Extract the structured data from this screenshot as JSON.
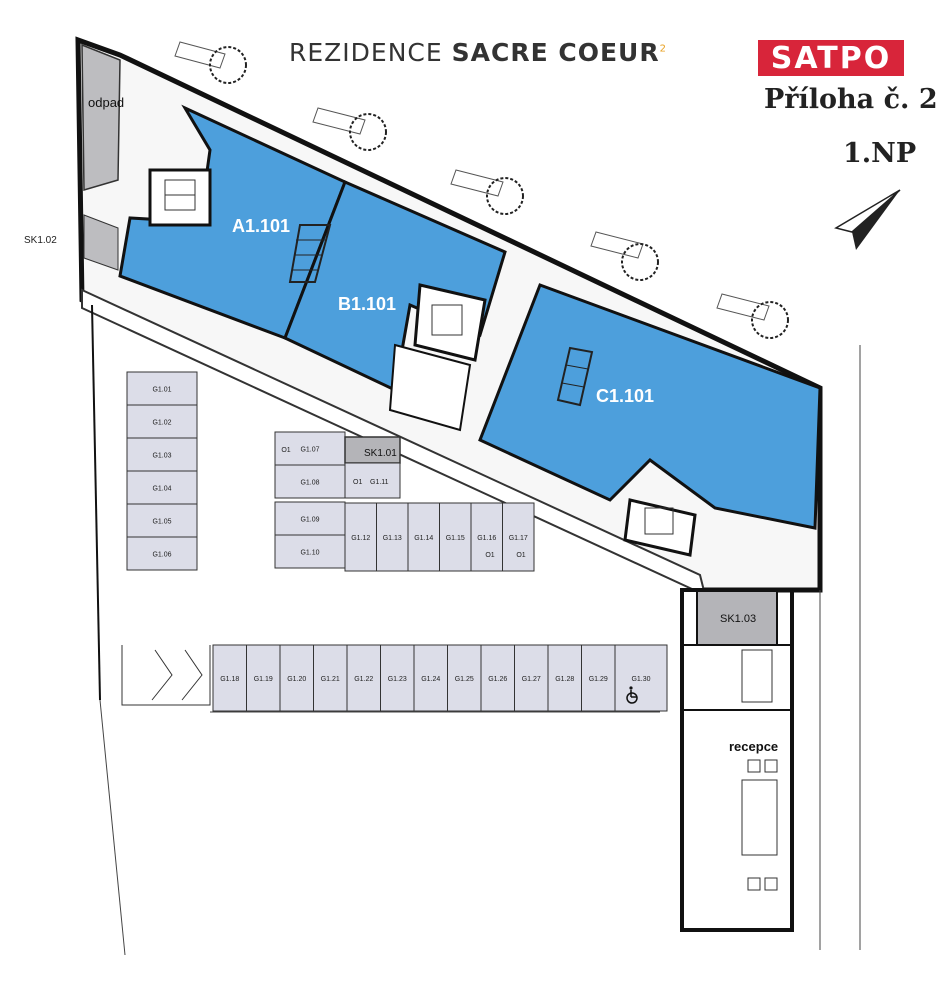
{
  "header": {
    "title_prefix": "REZIDENCE",
    "title_bold": "SACRE COEUR",
    "title_sup": "2",
    "logo": "SATPO",
    "attachment": "Příloha č. 2",
    "floor": "1.NP"
  },
  "units": [
    {
      "id": "A1.101"
    },
    {
      "id": "B1.101"
    },
    {
      "id": "C1.101"
    }
  ],
  "rooms": {
    "waste": "odpad",
    "storage_1": "SK1.01",
    "storage_2": "SK1.02",
    "storage_3": "SK1.03",
    "reception": "recepce"
  },
  "garage": {
    "left_column": [
      "G1.01",
      "G1.02",
      "G1.03",
      "G1.04",
      "G1.05",
      "G1.06"
    ],
    "mid_column": [
      "G1.07",
      "G1.08",
      "G1.09",
      "G1.10"
    ],
    "mid_column_extra": [
      "O1",
      "O1"
    ],
    "g1_11": [
      "O1",
      "G1.11"
    ],
    "middle_row": [
      "G1.12",
      "G1.13",
      "G1.14",
      "G1.15",
      "G1.16",
      "G1.17"
    ],
    "middle_row_extra": [
      "O1",
      "O1"
    ],
    "bottom_row": [
      "G1.18",
      "G1.19",
      "G1.20",
      "G1.21",
      "G1.22",
      "G1.23",
      "G1.24",
      "G1.25",
      "G1.26",
      "G1.27",
      "G1.28",
      "G1.29",
      "G1.30"
    ]
  },
  "colors": {
    "unit_fill": "#4d9fdc",
    "storage_fill": "#b4b4b8",
    "parking_fill": "#dcdde8",
    "logo_red": "#d8253a"
  },
  "icons": [
    "north-arrow-icon",
    "tree-icon",
    "wheelchair-icon",
    "staircase-icon"
  ]
}
